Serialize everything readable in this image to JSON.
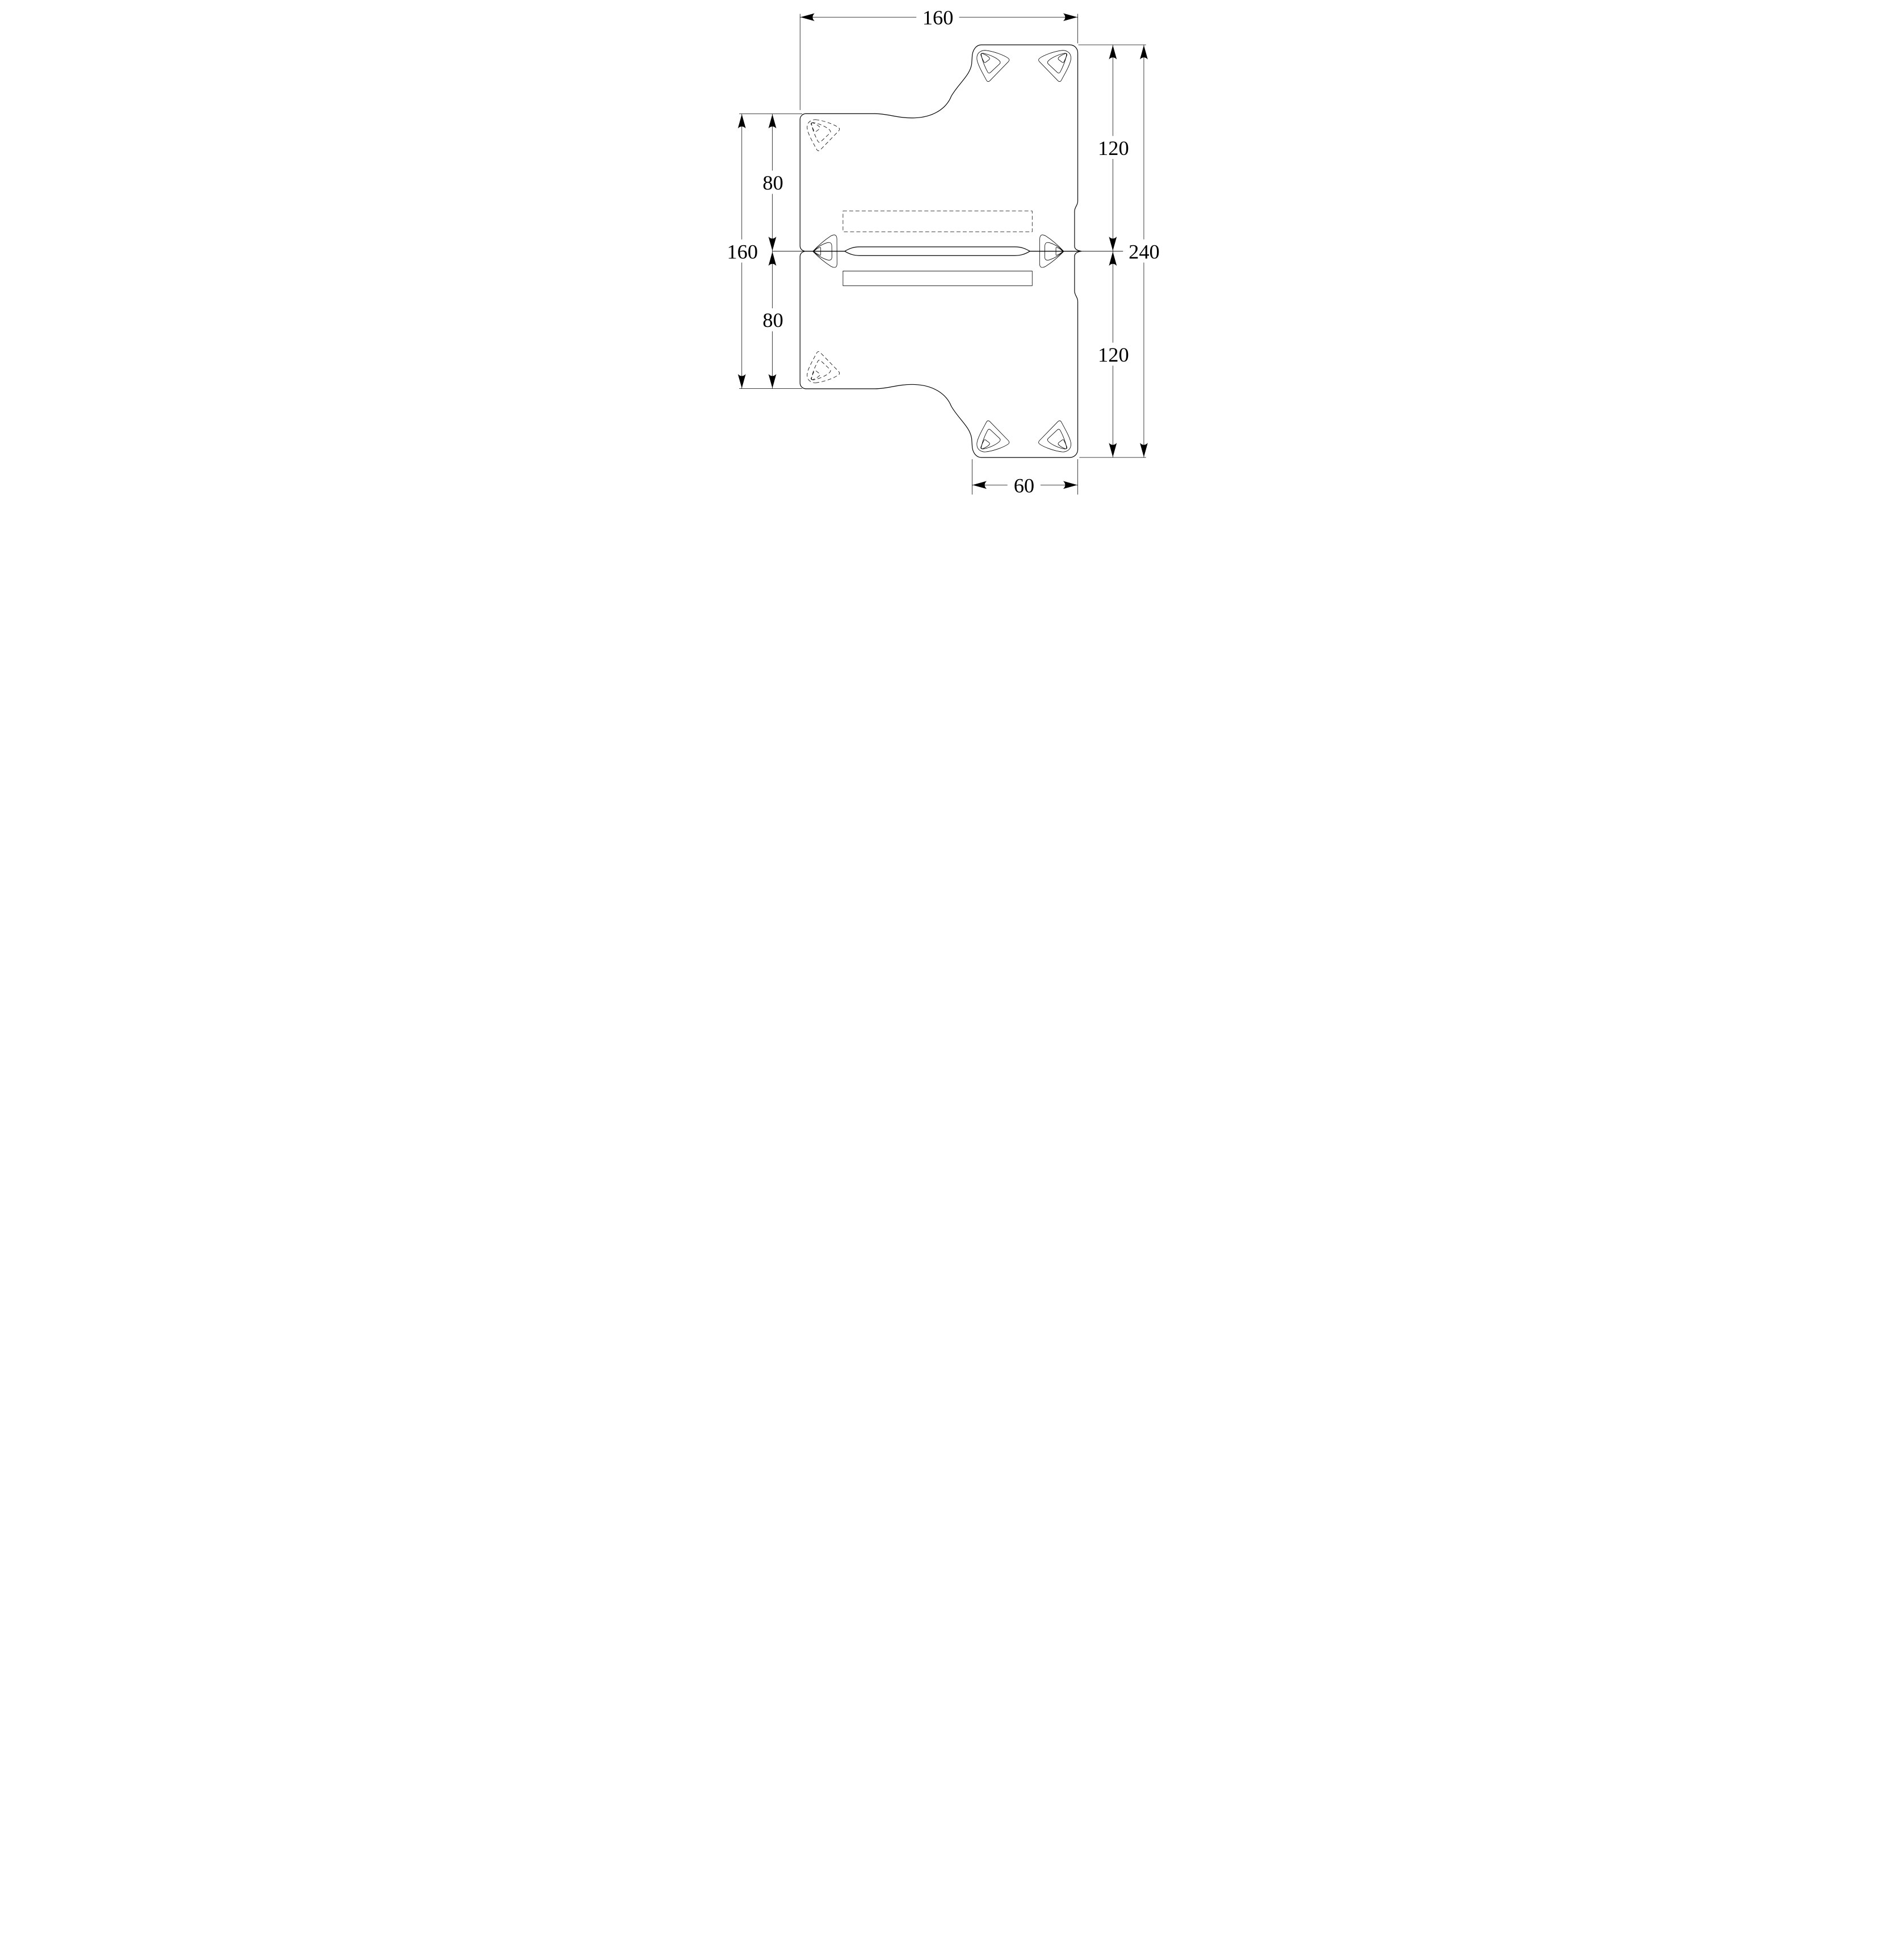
{
  "drawing": {
    "kind": "dimensioned technical part drawing",
    "background_color": "#ffffff",
    "line_color": "#000000",
    "dimensions": {
      "top_width": "160",
      "left_total_height": "160",
      "left_upper_half": "80",
      "left_lower_half": "80",
      "right_upper_height": "120",
      "right_lower_height": "120",
      "right_total_height": "240",
      "bottom_width": "60"
    }
  }
}
